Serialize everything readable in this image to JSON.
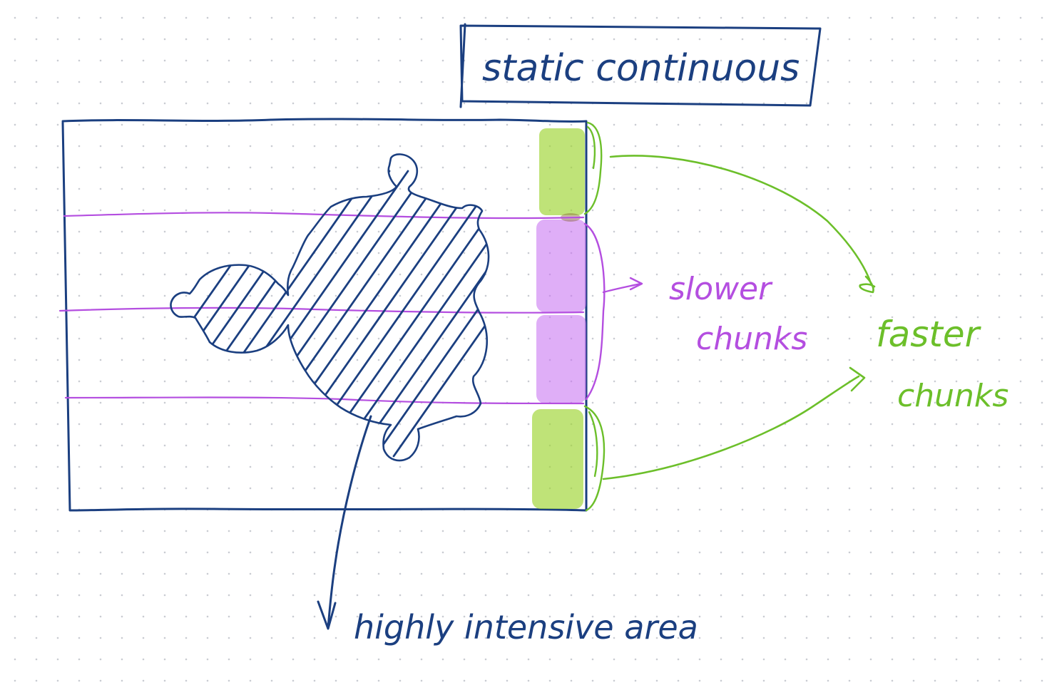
{
  "title_box": {
    "label": "static continuous"
  },
  "annotations": {
    "slower": "slower chunks",
    "slower_line1": "slower",
    "slower_line2": "chunks",
    "faster": "faster chunks",
    "faster_line1": "faster",
    "faster_line2": "chunks",
    "intensive_area": "highly intensive area"
  },
  "chunks": [
    {
      "kind": "faster",
      "color": "#9dd42f"
    },
    {
      "kind": "slower",
      "color": "#c46cf0"
    },
    {
      "kind": "slower",
      "color": "#c46cf0"
    },
    {
      "kind": "faster",
      "color": "#9dd42f"
    }
  ],
  "colors": {
    "ink_blue": "#1b3f80",
    "ink_purple": "#b44ee0",
    "ink_green": "#6cbf2a",
    "highlight_green": "#9dd42f",
    "highlight_purple": "#c46cf0",
    "dot_grid": "#c9ccd2"
  },
  "icons": {
    "region_shape": "mandelbrot-set-shape"
  }
}
